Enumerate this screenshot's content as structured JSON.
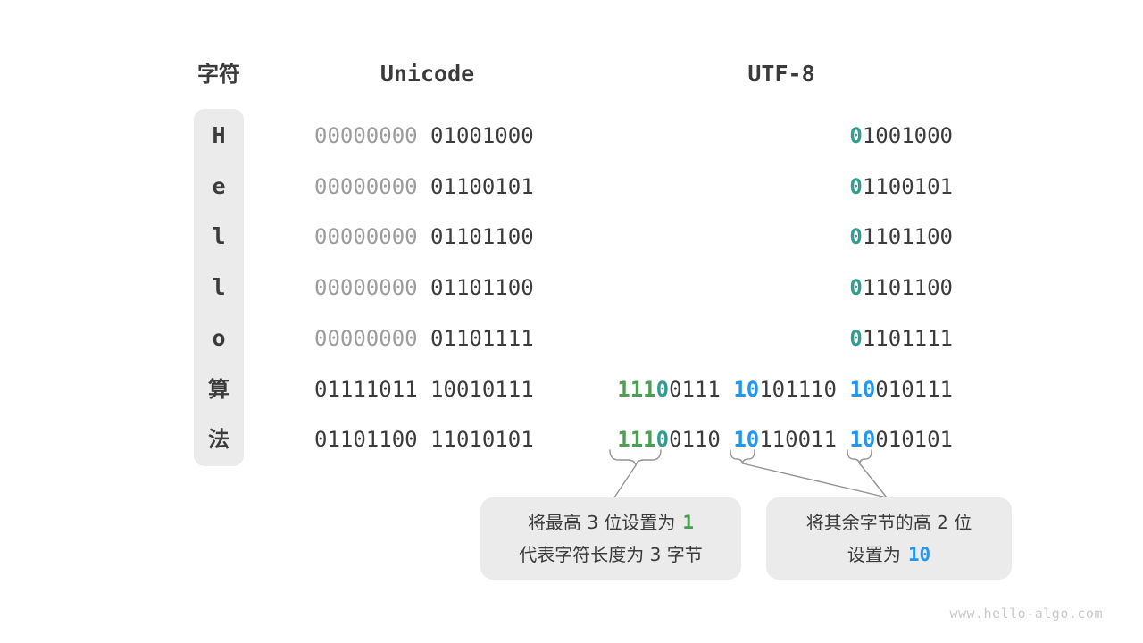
{
  "page": {
    "watermark": "www.hello-algo.com"
  },
  "colors": {
    "dark": "#3b3b3b",
    "muted": "#9c9c9c",
    "green": "#4c9e53",
    "teal": "#2f9d8f",
    "blue": "#2196f3",
    "box_bg": "#ebebeb",
    "connector": "#949494"
  },
  "table": {
    "headers": {
      "char": "字符",
      "unicode": "Unicode",
      "utf8": "UTF-8"
    },
    "rows": [
      {
        "char": "H",
        "char_type": "latin",
        "unicode": [
          {
            "text": "00000000",
            "color": "muted"
          },
          {
            "text": "01001000",
            "color": "dark"
          }
        ],
        "utf8": [
          [
            {
              "text": "0",
              "color": "teal"
            },
            {
              "text": "1001000",
              "color": "dark"
            }
          ]
        ]
      },
      {
        "char": "e",
        "char_type": "latin",
        "unicode": [
          {
            "text": "00000000",
            "color": "muted"
          },
          {
            "text": "01100101",
            "color": "dark"
          }
        ],
        "utf8": [
          [
            {
              "text": "0",
              "color": "teal"
            },
            {
              "text": "1100101",
              "color": "dark"
            }
          ]
        ]
      },
      {
        "char": "l",
        "char_type": "latin",
        "unicode": [
          {
            "text": "00000000",
            "color": "muted"
          },
          {
            "text": "01101100",
            "color": "dark"
          }
        ],
        "utf8": [
          [
            {
              "text": "0",
              "color": "teal"
            },
            {
              "text": "1101100",
              "color": "dark"
            }
          ]
        ]
      },
      {
        "char": "l",
        "char_type": "latin",
        "unicode": [
          {
            "text": "00000000",
            "color": "muted"
          },
          {
            "text": "01101100",
            "color": "dark"
          }
        ],
        "utf8": [
          [
            {
              "text": "0",
              "color": "teal"
            },
            {
              "text": "1101100",
              "color": "dark"
            }
          ]
        ]
      },
      {
        "char": "o",
        "char_type": "latin",
        "unicode": [
          {
            "text": "00000000",
            "color": "muted"
          },
          {
            "text": "01101111",
            "color": "dark"
          }
        ],
        "utf8": [
          [
            {
              "text": "0",
              "color": "teal"
            },
            {
              "text": "1101111",
              "color": "dark"
            }
          ]
        ]
      },
      {
        "char": "算",
        "char_type": "cjk",
        "unicode": [
          {
            "text": "01111011",
            "color": "dark"
          },
          {
            "text": "10010111",
            "color": "dark"
          }
        ],
        "utf8": [
          [
            {
              "text": "111",
              "color": "green"
            },
            {
              "text": "0",
              "color": "teal"
            },
            {
              "text": "0111",
              "color": "dark"
            }
          ],
          [
            {
              "text": "10",
              "color": "blue"
            },
            {
              "text": "101110",
              "color": "dark"
            }
          ],
          [
            {
              "text": "10",
              "color": "blue"
            },
            {
              "text": "010111",
              "color": "dark"
            }
          ]
        ]
      },
      {
        "char": "法",
        "char_type": "cjk",
        "unicode": [
          {
            "text": "01101100",
            "color": "dark"
          },
          {
            "text": "11010101",
            "color": "dark"
          }
        ],
        "utf8": [
          [
            {
              "text": "111",
              "color": "green"
            },
            {
              "text": "0",
              "color": "teal"
            },
            {
              "text": "0110",
              "color": "dark"
            }
          ],
          [
            {
              "text": "10",
              "color": "blue"
            },
            {
              "text": "110011",
              "color": "dark"
            }
          ],
          [
            {
              "text": "10",
              "color": "blue"
            },
            {
              "text": "010101",
              "color": "dark"
            }
          ]
        ]
      }
    ]
  },
  "annotations": {
    "left": {
      "line1_text": "将最高 3 位设置为",
      "line1_highlight": "1",
      "line2_text": "代表字符长度为 3 字节"
    },
    "right": {
      "line1_text": "将其余字节的高 2 位",
      "line2_text": "设置为",
      "line2_highlight": "10"
    }
  }
}
